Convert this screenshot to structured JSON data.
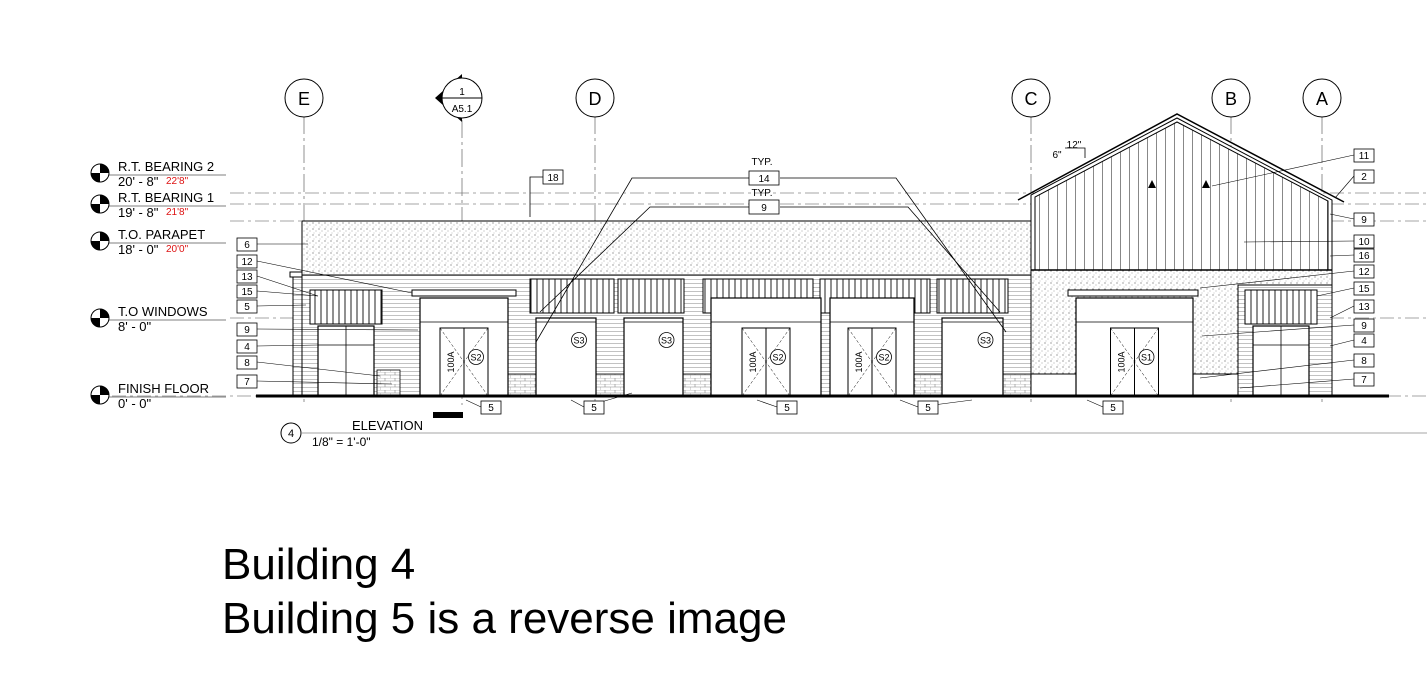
{
  "grid_labels": [
    "E",
    "D",
    "C",
    "B",
    "A"
  ],
  "section_marker": {
    "number": "1",
    "sheet": "A5.1"
  },
  "levels": [
    {
      "name": "R.T. BEARING 2",
      "value": "20' - 8\"",
      "red": "22'8\""
    },
    {
      "name": "R.T. BEARING 1",
      "value": "19' - 8\"",
      "red": "21'8\""
    },
    {
      "name": "T.O. PARAPET",
      "value": "18' - 0\"",
      "red": "20'0\""
    },
    {
      "name": "T.O WINDOWS",
      "value": "8' - 0\"",
      "red": ""
    },
    {
      "name": "FINISH FLOOR",
      "value": "0' - 0\"",
      "red": ""
    }
  ],
  "slope": {
    "run": "12\"",
    "rise": "6\""
  },
  "notes": {
    "typ": "TYP.",
    "n14": "14",
    "n9": "9",
    "n18": "18"
  },
  "left_keynotes": [
    "6",
    "12",
    "13",
    "15",
    "5",
    "9",
    "4",
    "8",
    "7"
  ],
  "right_keynotes": [
    "11",
    "2",
    "9",
    "10",
    "16",
    "12",
    "15",
    "13",
    "9",
    "4",
    "8",
    "7"
  ],
  "bottom_keynotes": [
    "5",
    "5",
    "5",
    "5",
    "5"
  ],
  "storefronts": [
    {
      "room": "100A",
      "sign": "S2"
    },
    {
      "room": "",
      "sign": "S3"
    },
    {
      "room": "",
      "sign": "S3"
    },
    {
      "room": "100A",
      "sign": "S2"
    },
    {
      "room": "100A",
      "sign": "S2"
    },
    {
      "room": "",
      "sign": "S3"
    },
    {
      "room": "100A",
      "sign": "S1"
    }
  ],
  "view": {
    "number": "4",
    "title": "ELEVATION",
    "scale": "1/8\" = 1'-0\""
  },
  "caption": {
    "line1": "Building 4",
    "line2": "Building 5 is a reverse image"
  }
}
